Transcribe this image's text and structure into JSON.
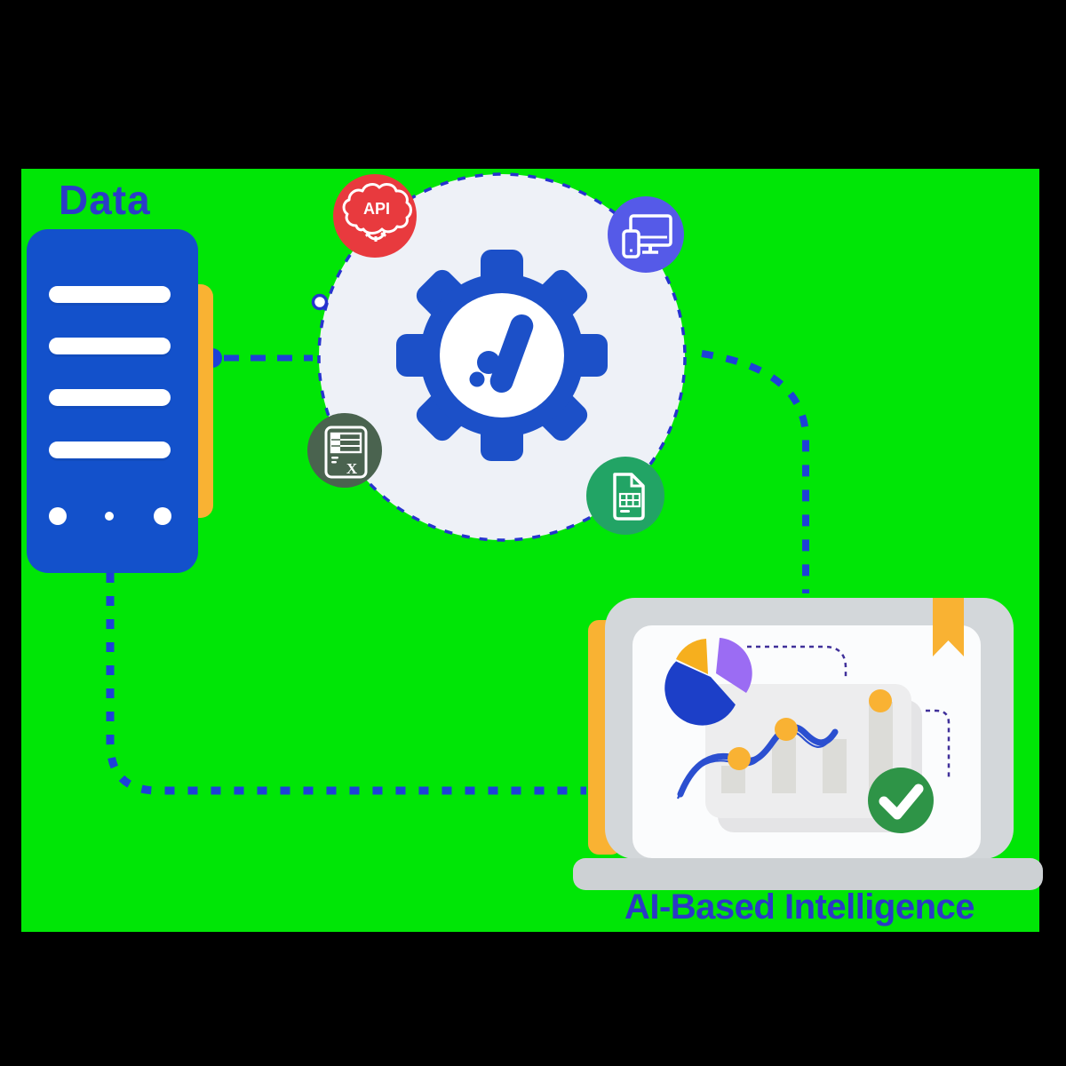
{
  "diagram": {
    "background": {
      "frame_color": "#000000",
      "canvas_color": "#00E606"
    },
    "nodes": {
      "data_source": {
        "label": "Data",
        "label_color": "#2B3CC8",
        "icon": "server-icon",
        "server_color": "#1351CB",
        "accent_color": "#F9B233",
        "detail_bars": 4,
        "detail_dots": 3
      },
      "processing_hub": {
        "icon": "gear-icon",
        "circle_fill": "#EEF1F7",
        "circle_border": "#2633CE",
        "gear_color": "#1C50C8",
        "logo": "slash-and-dots-logo",
        "satellites": [
          {
            "name": "api-cloud-icon",
            "label": "API",
            "color": "#E83A3E"
          },
          {
            "name": "devices-icon",
            "label": "",
            "color": "#555AE8"
          },
          {
            "name": "excel-spreadsheet-icon",
            "label": "X",
            "color": "#4A634F"
          },
          {
            "name": "sheets-document-icon",
            "label": "",
            "color": "#22A465"
          }
        ]
      },
      "output": {
        "label": "AI-Based Intelligence",
        "label_color": "#2B3AC6",
        "icon": "laptop-icon",
        "laptop_body_color": "#D3D7DA",
        "laptop_base_color": "#CDD1D4",
        "bookmark_color": "#F9B233",
        "screen_elements": [
          "pie-chart",
          "bar-chart",
          "line-chart",
          "check-mark"
        ],
        "pie_colors": [
          "#1C3FC8",
          "#F6AF1E",
          "#9B6CF3"
        ],
        "bar_color": "#DCDCD8",
        "line_color": "#2B4FD0",
        "dot_color": "#F9B233",
        "check_color": "#2E9447"
      }
    },
    "connectors": {
      "style": "dashed",
      "color": "#1D40D8"
    }
  }
}
